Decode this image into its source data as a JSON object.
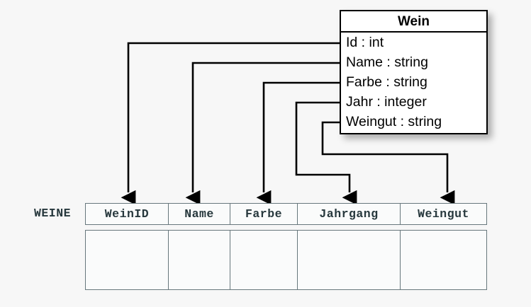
{
  "diagram": {
    "type": "uml-class-to-relational-table-mapping",
    "background_color": "#f7f7f7"
  },
  "uml_class": {
    "name": "Wein",
    "border_color": "#000000",
    "fill_color": "#ffffff",
    "attributes": [
      {
        "label": "Id : int",
        "name": "Id",
        "datatype": "int"
      },
      {
        "label": "Name : string",
        "name": "Name",
        "datatype": "string"
      },
      {
        "label": "Farbe : string",
        "name": "Farbe",
        "datatype": "string"
      },
      {
        "label": "Jahr : integer",
        "name": "Jahr",
        "datatype": "integer"
      },
      {
        "label": "Weingut : string",
        "name": "Weingut",
        "datatype": "string"
      }
    ]
  },
  "relation": {
    "label": "WEINE",
    "text_color": "#27383d",
    "border_color": "#67777c",
    "columns": [
      {
        "header": "WeinID"
      },
      {
        "header": "Name"
      },
      {
        "header": "Farbe"
      },
      {
        "header": "Jahrgang"
      },
      {
        "header": "Weingut"
      }
    ],
    "rows": [
      {
        "cells": [
          "",
          "",
          "",
          "",
          ""
        ]
      }
    ]
  },
  "mappings": [
    {
      "from": "Id",
      "to": "WeinID",
      "arrow": "down-arrow-icon"
    },
    {
      "from": "Name",
      "to": "Name",
      "arrow": "down-arrow-icon"
    },
    {
      "from": "Farbe",
      "to": "Farbe",
      "arrow": "down-arrow-icon"
    },
    {
      "from": "Jahr",
      "to": "Jahrgang",
      "arrow": "down-arrow-icon"
    },
    {
      "from": "Weingut",
      "to": "Weingut",
      "arrow": "down-arrow-icon"
    }
  ]
}
